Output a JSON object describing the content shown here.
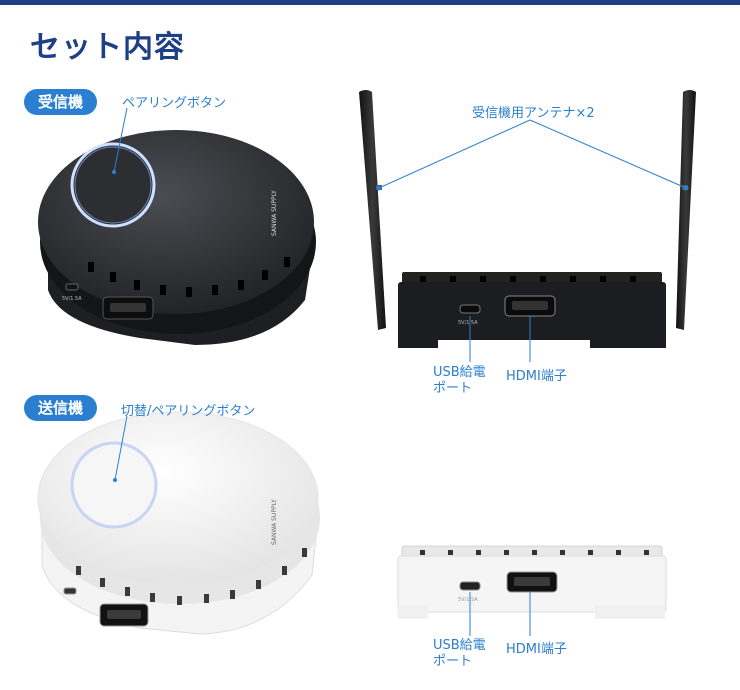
{
  "title": "セット内容",
  "receiver": {
    "badge": "受信機",
    "pairing_button_label": "ペアリングボタン",
    "antenna_label": "受信機用アンテナ×2",
    "usb_label_line1": "USB給電",
    "usb_label_line2": "ポート",
    "hdmi_label": "HDMI端子",
    "port_print": "5V/1.5A"
  },
  "transmitter": {
    "badge": "送信機",
    "button_label": "切替/ペアリングボタン",
    "usb_label_line1": "USB給電",
    "usb_label_line2": "ポート",
    "hdmi_label": "HDMI端子",
    "port_print": "5V/1.5A"
  },
  "brand_print": "SANWA SUPPLY",
  "colors": {
    "accent": "#2a7fd0",
    "title": "#1d3f86",
    "receiver_body": "#2b2d30",
    "transmitter_body": "#f2f2f2"
  }
}
